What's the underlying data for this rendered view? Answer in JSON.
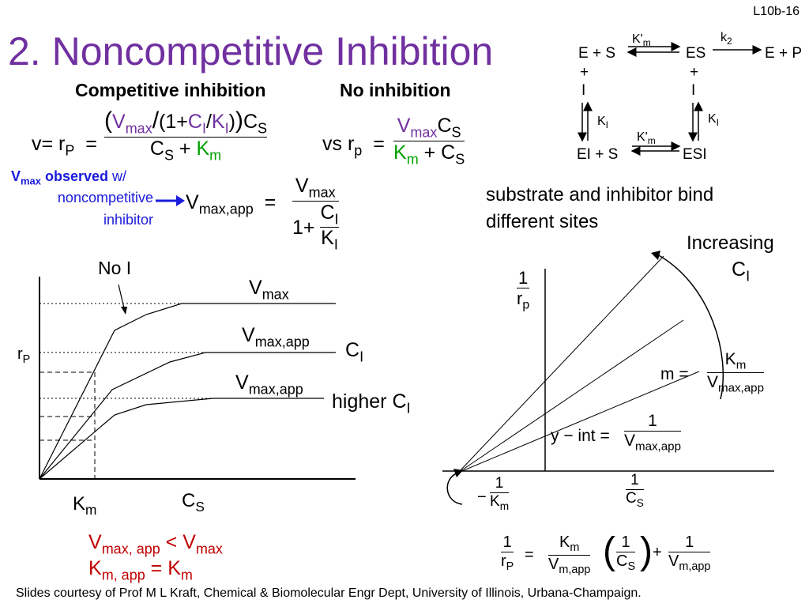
{
  "slide_id": "L10b-16",
  "title": "2. Noncompetitive Inhibition",
  "labels": {
    "competitive": "Competitive inhibition",
    "no_inhibition": "No inhibition",
    "vs": "vs",
    "vmax_observed_head": "V",
    "vmax_observed_sub": "max",
    "vmax_observed_tail": " observed",
    "vmax_observed_w": " w/",
    "noncompetitive": "noncompetitive",
    "inhibitor": "inhibitor",
    "sites_line1": "substrate and inhibitor bind",
    "sites_line2": "different sites"
  },
  "scheme": {
    "e_s": "E + S",
    "es": "ES",
    "e_p": "E + P",
    "ei_s": "EI + S",
    "esi": "ESI",
    "km_prime": "K'",
    "km_prime_sub": "m",
    "k2": "k",
    "k2_sub": "2",
    "plus": "+",
    "i": "I",
    "ki": "K",
    "ki_sub": "I"
  },
  "left_plot": {
    "no_i": "No I",
    "vmax": "V",
    "vmax_sub": "max",
    "vmax_app": "V",
    "vmax_app_sub": "max,app",
    "ci": "C",
    "ci_sub": "I",
    "higher": "higher C",
    "higher_sub": "I",
    "rp": "r",
    "rp_sub": "P",
    "km": "K",
    "km_sub": "m",
    "cs": "C",
    "cs_sub": "S"
  },
  "right_plot": {
    "increasing": "Increasing",
    "ci": "C",
    "ci_sub": "I",
    "slope_m": "m =",
    "yint": "y − int =",
    "one": "1",
    "rp": "r",
    "rp_sub": "p",
    "km": "K",
    "km_sub": "m",
    "vmax_app": "V",
    "vmax_app_sub": "max,app",
    "minus": "−",
    "cs": "C",
    "cs_sub": "S"
  },
  "summary": {
    "line1_a": "V",
    "line1_a_sub": "max, app",
    "line1_op": " < V",
    "line1_b_sub": "max",
    "line2_a": "K",
    "line2_a_sub": "m, app",
    "line2_op": " = K",
    "line2_b_sub": "m"
  },
  "footer": "Slides courtesy of Prof M L Kraft, Chemical & Biomolecular Engr Dept, University of Illinois, Urbana-Champaign."
}
